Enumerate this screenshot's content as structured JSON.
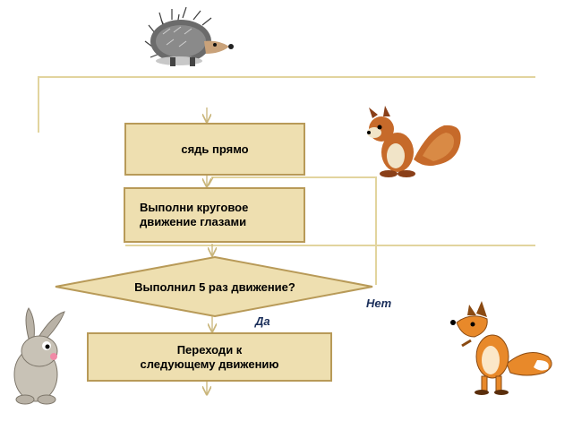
{
  "colors": {
    "box_fill": "#eedfb0",
    "box_border": "#b89a58",
    "line": "#e2d49e",
    "label": "#1a2e5a"
  },
  "flowchart": {
    "step1": {
      "lines": [
        "сядь прямо"
      ]
    },
    "step2": {
      "lines": [
        "Выполни круговое",
        "движение глазами"
      ]
    },
    "decision": {
      "text": "Выполнил 5 раз движение?"
    },
    "no_label": "Нет",
    "yes_label": "Да",
    "step3": {
      "lines": [
        "Переходи к",
        "следующему движению"
      ]
    }
  },
  "illustrations": [
    "hedgehog-icon",
    "squirrel-icon",
    "rabbit-icon",
    "fox-icon"
  ]
}
